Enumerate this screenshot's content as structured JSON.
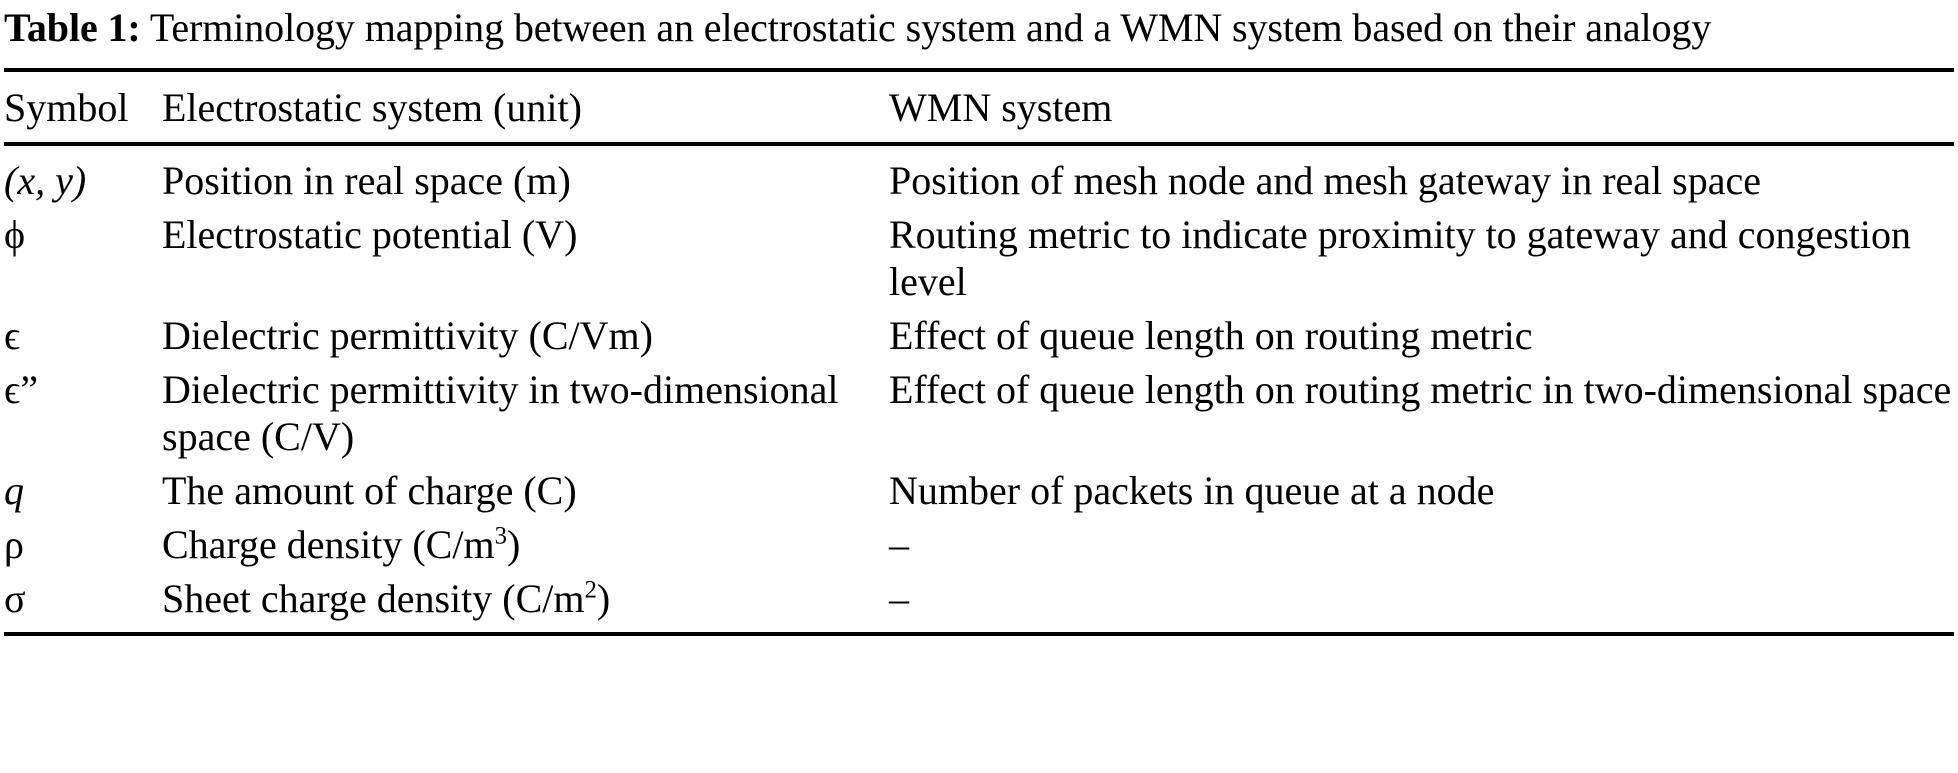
{
  "caption": {
    "label": "Table 1:",
    "text": " Terminology mapping between an electrostatic system and a WMN system based on their analogy"
  },
  "table": {
    "headers": [
      "Symbol",
      "Electrostatic system (unit)",
      "WMN system"
    ],
    "rows": [
      {
        "symbol": "(x, y)",
        "symbol_style": "italic-parens",
        "electrostatic": "Position in real space (m)",
        "wmn": "Position of mesh node and mesh gateway in real space"
      },
      {
        "symbol": "ϕ",
        "symbol_style": "greek-phi",
        "electrostatic": "Electrostatic potential (V)",
        "wmn": "Routing metric to indicate proximity to gateway and congestion level"
      },
      {
        "symbol": "ϵ",
        "symbol_style": "greek-epsilon",
        "electrostatic": "Dielectric permittivity (C/Vm)",
        "wmn": "Effect of queue length on routing metric"
      },
      {
        "symbol": "ϵ”",
        "symbol_style": "greek-epsilon-dprime",
        "electrostatic": "Dielectric permittivity in two-dimensional space (C/V)",
        "wmn": "Effect of queue length on routing metric in two-dimensional space"
      },
      {
        "symbol": "q",
        "symbol_style": "italic-latin",
        "electrostatic": "The amount of charge (C)",
        "wmn": "Number of packets in queue at a node"
      },
      {
        "symbol": "ρ",
        "symbol_style": "greek-rho",
        "electrostatic_prefix": "Charge density (C/m",
        "electrostatic_sup": "3",
        "electrostatic_suffix": ")",
        "wmn": "–"
      },
      {
        "symbol": "σ",
        "symbol_style": "greek-sigma",
        "electrostatic_prefix": "Sheet charge density (C/m",
        "electrostatic_sup": "2",
        "electrostatic_suffix": ")",
        "wmn": "–"
      }
    ]
  },
  "colors": {
    "text": "#000000",
    "background": "#ffffff",
    "rule": "#000000"
  }
}
